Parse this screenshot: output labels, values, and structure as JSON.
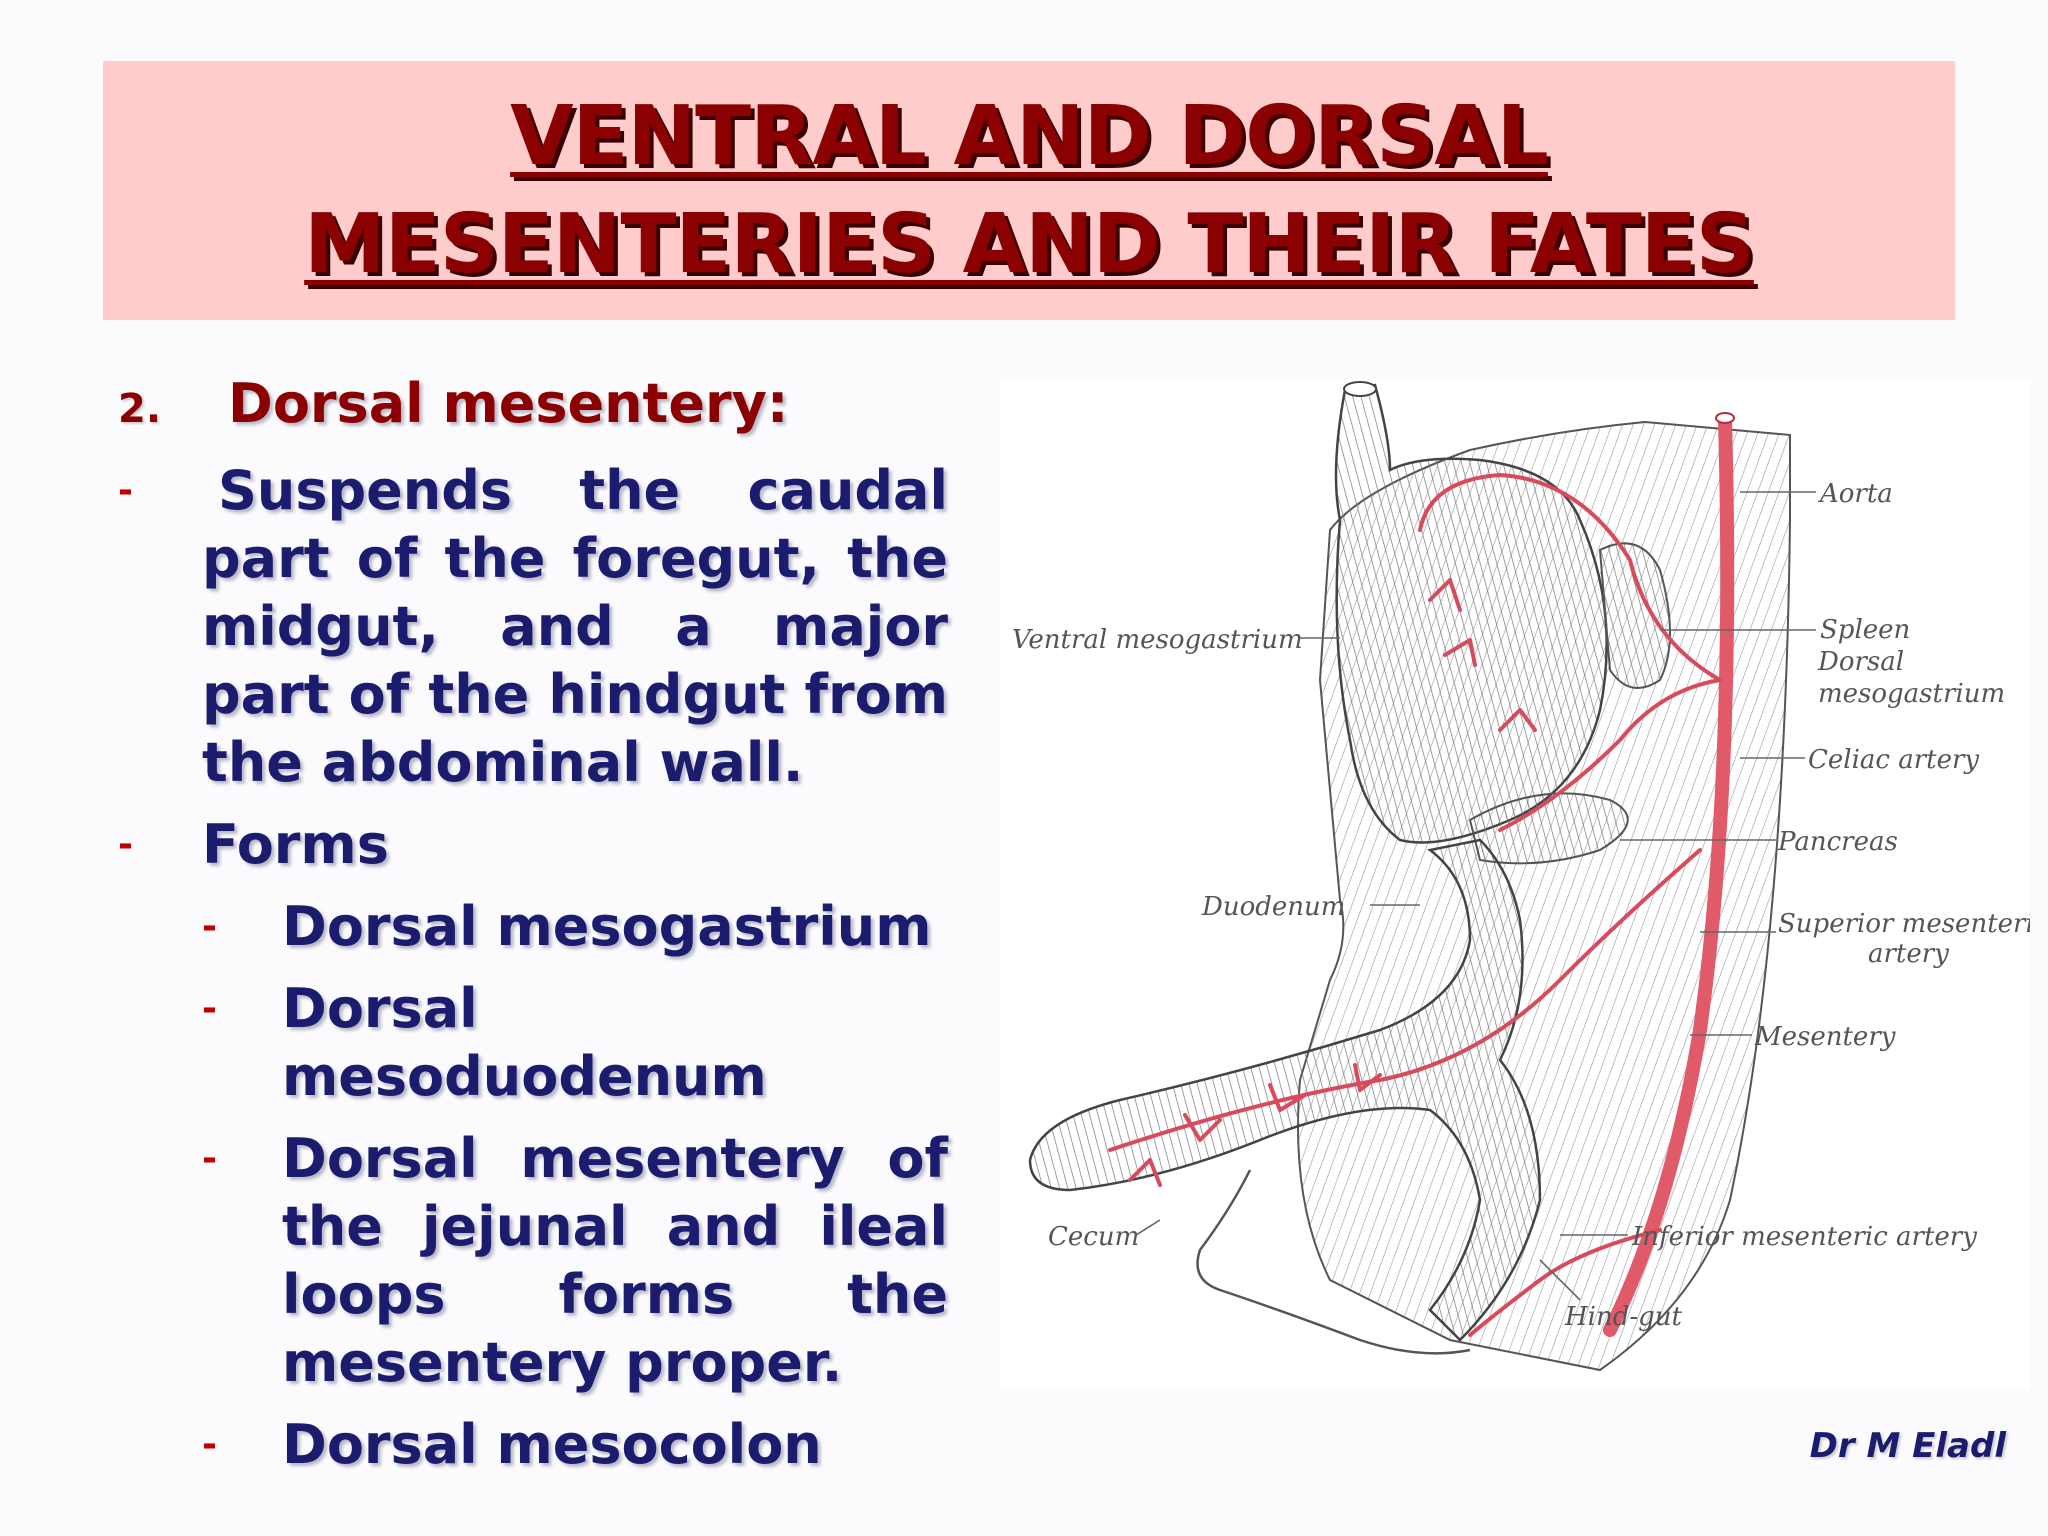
{
  "title": {
    "line1": "VENTRAL AND DORSAL",
    "line2": "MESENTERIES AND THEIR FATES"
  },
  "content": {
    "number": "2.",
    "heading": "Dorsal mesentery:",
    "bullet1": "Suspends the caudal part of the foregut, the midgut, and a major part of the hindgut from the abdominal wall.",
    "bullet2": "Forms",
    "subitems": [
      "Dorsal mesogastrium",
      "Dorsal mesoduodenum",
      "Dorsal mesentery of the jejunal and ileal loops forms the mesentery proper.",
      "Dorsal mesocolon"
    ]
  },
  "figure": {
    "labels": {
      "aorta": "Aorta",
      "ventral_mesogastrium": "Ventral mesogastrium",
      "spleen": "Spleen",
      "dorsal_mesogastrium_1": "Dorsal",
      "dorsal_mesogastrium_2": "mesogastrium",
      "celiac_artery": "Celiac artery",
      "pancreas": "Pancreas",
      "duodenum": "Duodenum",
      "superior_mesenteric_1": "Superior mesenteric",
      "superior_mesenteric_2": "artery",
      "mesentery": "Mesentery",
      "cecum": "Cecum",
      "inferior_mesenteric": "Inferior mesenteric artery",
      "hindgut": "Hind-gut"
    }
  },
  "credit": "Dr M Eladl"
}
